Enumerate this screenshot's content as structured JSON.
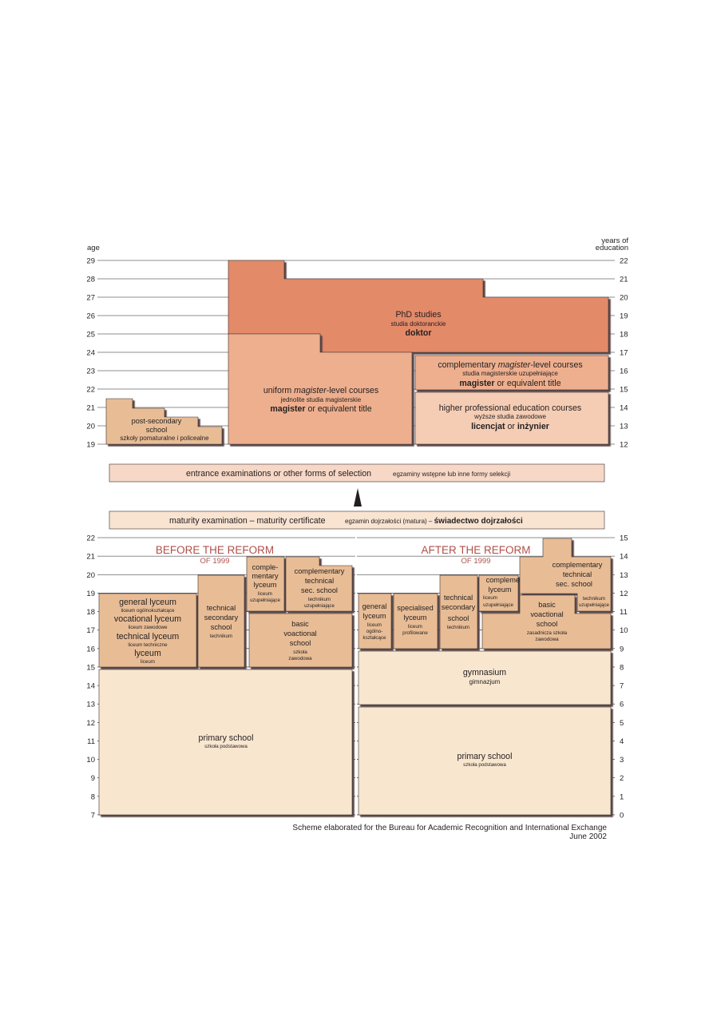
{
  "colors": {
    "phd": "#e38a69",
    "higher_mid": "#eeaf8e",
    "higher_light": "#f5cdb4",
    "school_mid": "#e8bd96",
    "school_light": "#f8e6cf",
    "banner": "#f7d8c6",
    "banner_matura": "#f9e3d1",
    "shadow": "#5a4a48",
    "reform_title": "#b0504a"
  },
  "axes": {
    "top_left_label": "age",
    "top_right_label_line1": "years of",
    "top_right_label_line2": "education",
    "top_left_ticks": [
      "29",
      "28",
      "27",
      "26",
      "25",
      "24",
      "23",
      "22",
      "21",
      "20",
      "19"
    ],
    "top_right_ticks": [
      "22",
      "21",
      "20",
      "19",
      "18",
      "17",
      "16",
      "15",
      "14",
      "13",
      "12"
    ],
    "bottom_left_ticks": [
      "22",
      "21",
      "20",
      "19",
      "18",
      "17",
      "16",
      "15",
      "14",
      "13",
      "12",
      "11",
      "10",
      "9",
      "8",
      "7"
    ],
    "bottom_right_ticks": [
      "15",
      "14",
      "13",
      "12",
      "11",
      "10",
      "9",
      "8",
      "7",
      "6",
      "5",
      "4",
      "3",
      "2",
      "1",
      "0"
    ]
  },
  "higher": {
    "phd": {
      "l1": "PhD studies",
      "l2": "studia doktoranckie",
      "l3": "doktor"
    },
    "uniform": {
      "l1a": "uniform ",
      "l1b": "magister",
      "l1c": "-level courses",
      "l2": "jednolite studia magisterskie",
      "l3a": "magister",
      "l3b": " or equivalent title"
    },
    "complementary": {
      "l1a": "complementary ",
      "l1b": "magister",
      "l1c": "-level courses",
      "l2": "studia magisterskie uzupełniające",
      "l3a": "magister",
      "l3b": " or equivalent title"
    },
    "professional": {
      "l1": "higher professional education courses",
      "l2": "wyższe studia zawodowe",
      "l3a": "licencjat",
      "l3b": " or ",
      "l3c": "inżynier"
    },
    "postsec": {
      "l1": "post-secondary",
      "l2": "school",
      "l3": "szkoły pomaturalne i policealne"
    }
  },
  "banners": {
    "entrance_en": "entrance examinations or other forms of selection",
    "entrance_pl": "egzaminy wstępne lub inne formy selekcji",
    "maturity_en": "maturity examination – maturity certificate",
    "maturity_pl": "egzamin dojrzałości (matura) – ",
    "maturity_pl_bold": "świadectwo dojrzałości"
  },
  "before": {
    "title": "BEFORE THE REFORM",
    "subtitle": "OF 1999",
    "general": [
      "general lyceum",
      "liceum ogólnokształcące",
      "vocational lyceum",
      "liceum zawodowe",
      "technical lyceum",
      "liceum techniczne",
      "lyceum",
      "liceum"
    ],
    "technical": [
      "technical",
      "secondary",
      "school",
      "technikum"
    ],
    "comple": [
      "comple-",
      "mentary",
      "lyceum",
      "liceum",
      "uzupełniające"
    ],
    "comptech": [
      "complementary",
      "technical",
      "sec. school",
      "technikum",
      "uzupełniające"
    ],
    "basic": [
      "basic",
      "voactional",
      "school",
      "szkoła",
      "zawodowa"
    ],
    "primary": [
      "primary school",
      "szkoła podstawowa"
    ]
  },
  "after": {
    "title": "AFTER THE REFORM",
    "subtitle": "OF 1999",
    "general": [
      "general",
      "lyceum",
      "liceum",
      "ogólno-",
      "kształcące"
    ],
    "specialised": [
      "specialised",
      "lyceum",
      "liceum",
      "profilowane"
    ],
    "technical": [
      "technical",
      "secondary",
      "school",
      "technikum"
    ],
    "complyc": [
      "complementary",
      "lyceum",
      "liceum",
      "uzupełniające"
    ],
    "comptech": [
      "complementary",
      "technical",
      "sec. school"
    ],
    "comptech_pl": [
      "technikum",
      "uzupełniające"
    ],
    "basic": [
      "basic",
      "voactional",
      "school",
      "zasadnicza szkoła",
      "zawodowa"
    ],
    "gymnasium": [
      "gymnasium",
      "gimnazjum"
    ],
    "primary": [
      "primary school",
      "szkoła podstawowa"
    ]
  },
  "footer": {
    "line1": "Scheme elaborated for the Bureau for Academic Recognition and International Exchange",
    "line2": "June 2002"
  }
}
